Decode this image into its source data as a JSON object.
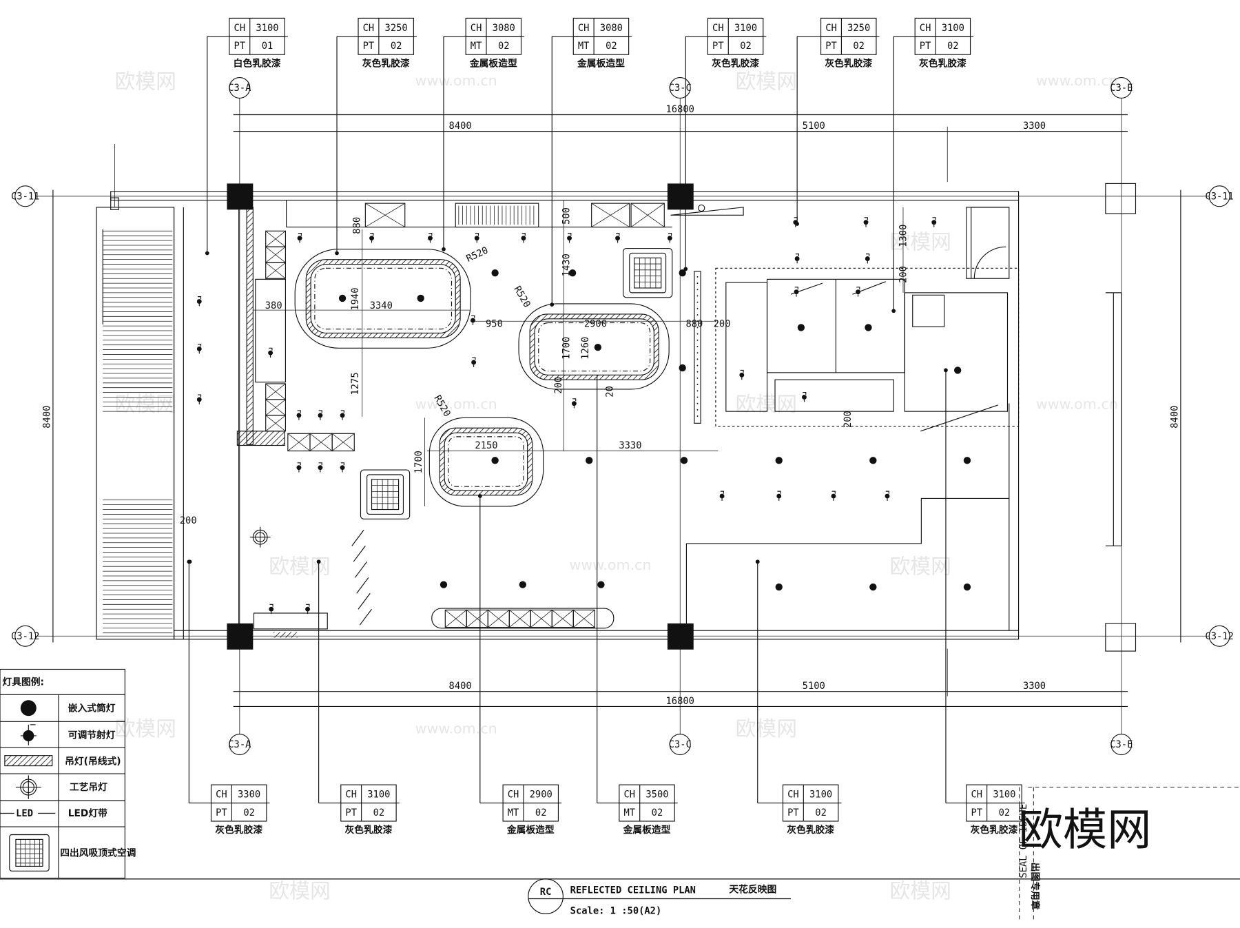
{
  "top_tags": [
    {
      "ch": "3100",
      "code": "PT",
      "num": "01",
      "label": "白色乳胶漆"
    },
    {
      "ch": "3250",
      "code": "PT",
      "num": "02",
      "label": "灰色乳胶漆"
    },
    {
      "ch": "3080",
      "code": "MT",
      "num": "02",
      "label": "金属板造型"
    },
    {
      "ch": "3080",
      "code": "MT",
      "num": "02",
      "label": "金属板造型"
    },
    {
      "ch": "3100",
      "code": "PT",
      "num": "02",
      "label": "灰色乳胶漆"
    },
    {
      "ch": "3250",
      "code": "PT",
      "num": "02",
      "label": "灰色乳胶漆"
    },
    {
      "ch": "3100",
      "code": "PT",
      "num": "02",
      "label": "灰色乳胶漆"
    }
  ],
  "bottom_tags": [
    {
      "ch": "3300",
      "code": "PT",
      "num": "02",
      "label": "灰色乳胶漆"
    },
    {
      "ch": "3100",
      "code": "PT",
      "num": "02",
      "label": "灰色乳胶漆"
    },
    {
      "ch": "2900",
      "code": "MT",
      "num": "02",
      "label": "金属板造型"
    },
    {
      "ch": "3500",
      "code": "MT",
      "num": "02",
      "label": "金属板造型"
    },
    {
      "ch": "3100",
      "code": "PT",
      "num": "02",
      "label": "灰色乳胶漆"
    },
    {
      "ch": "3100",
      "code": "PT",
      "num": "02",
      "label": "灰色乳胶漆"
    }
  ],
  "tag_key": "CH",
  "grid": {
    "a": "C3-A",
    "c": "C3-C",
    "e": "C3-E",
    "r11": "C3-11",
    "r12": "C3-12"
  },
  "dims": {
    "total": "16800",
    "seg1": "8400",
    "seg2": "5100",
    "seg3": "3300",
    "height": "8400",
    "internal": [
      "880",
      "R520",
      "1940",
      "3340",
      "380",
      "1275",
      "R520",
      "1430",
      "500",
      "2900",
      "950",
      "1700",
      "1260",
      "200",
      "20",
      "880",
      "200",
      "1300",
      "200",
      "R520",
      "2150",
      "1700",
      "3330",
      "200",
      "200"
    ]
  },
  "legend": {
    "title": "灯具图例:",
    "items": [
      {
        "icon": "recessed-downlight",
        "label": "嵌入式筒灯"
      },
      {
        "icon": "adjustable-spotlight",
        "label": "可调节射灯"
      },
      {
        "icon": "pendant-light",
        "label": "吊灯(吊线式)"
      },
      {
        "icon": "decorative-pendant",
        "label": "工艺吊灯"
      },
      {
        "icon": "led-strip",
        "label": "LED灯带",
        "symbol_text": "LED"
      },
      {
        "icon": "cassette-ac",
        "label": "四出风吸顶式空调"
      }
    ]
  },
  "title_block": {
    "badge": "RC",
    "title_en": "REFLECTED CEILING PLAN",
    "title_cn": "天花反映图",
    "scale": "Scale: 1 :50(A2)",
    "seal_1": "SEAL OF ISSUE",
    "seal_2": "出图专用章"
  },
  "watermark": {
    "logo": "欧模网",
    "url": "www.om.cn"
  },
  "colors": {
    "line": "#111111",
    "watermark": "#e6e6e6",
    "logo": "#555555"
  }
}
